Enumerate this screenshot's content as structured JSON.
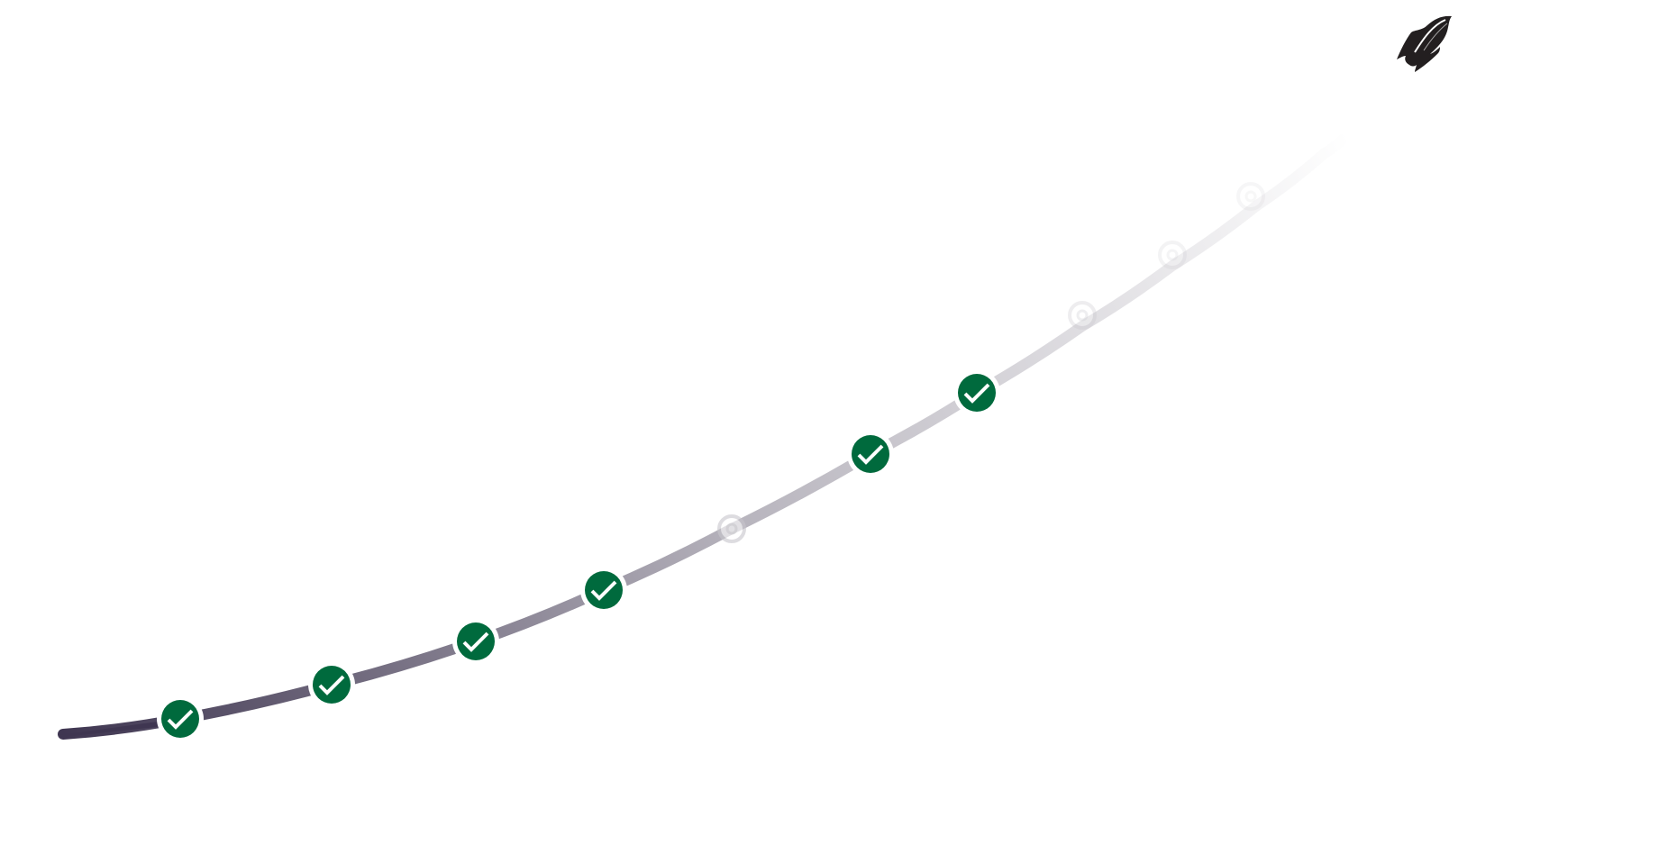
{
  "trail": {
    "colors": {
      "start": "#3f3651",
      "end": "#ffffff",
      "milestone_complete": "#006a3d",
      "milestone_pending": "#c8c6cc",
      "icon_dark": "#231f20",
      "ring": "#ffffff"
    },
    "milestones": [
      {
        "status": "complete"
      },
      {
        "status": "complete"
      },
      {
        "status": "complete"
      },
      {
        "status": "complete"
      },
      {
        "status": "pending"
      },
      {
        "status": "complete"
      },
      {
        "status": "complete"
      },
      {
        "status": "pending"
      },
      {
        "status": "pending"
      },
      {
        "status": "pending"
      }
    ],
    "goal_icon": "rocket-icon",
    "milestone_icon": "checkmark-icon"
  }
}
